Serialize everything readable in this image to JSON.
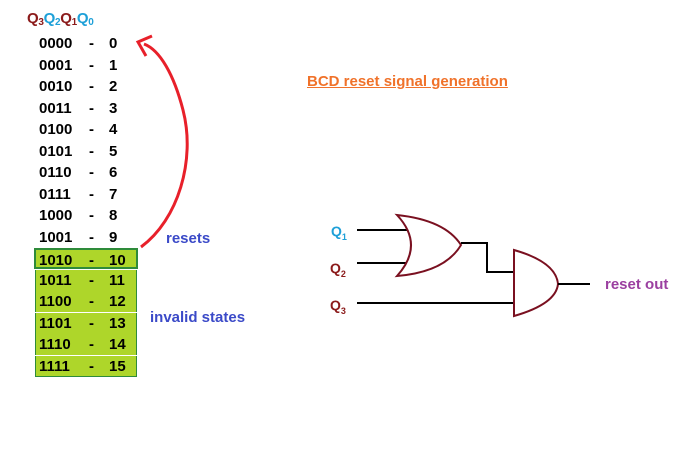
{
  "header": {
    "q3": "Q",
    "q3_sub": "3",
    "q2": "Q",
    "q2_sub": "2",
    "q1": "Q",
    "q1_sub": "1",
    "q0": "Q",
    "q0_sub": "0"
  },
  "states": [
    {
      "code": "0000",
      "dash": "-",
      "value": "0"
    },
    {
      "code": "0001",
      "dash": "-",
      "value": "1"
    },
    {
      "code": "0010",
      "dash": "-",
      "value": "2"
    },
    {
      "code": "0011",
      "dash": "-",
      "value": "3"
    },
    {
      "code": "0100",
      "dash": "-",
      "value": "4"
    },
    {
      "code": "0101",
      "dash": "-",
      "value": "5"
    },
    {
      "code": "0110",
      "dash": "-",
      "value": "6"
    },
    {
      "code": "0111",
      "dash": "-",
      "value": "7"
    },
    {
      "code": "1000",
      "dash": "-",
      "value": "8"
    },
    {
      "code": "1001",
      "dash": "-",
      "value": "9"
    },
    {
      "code": "1010",
      "dash": "-",
      "value": "10"
    },
    {
      "code": "1011",
      "dash": "-",
      "value": "11"
    },
    {
      "code": "1100",
      "dash": "-",
      "value": "12"
    },
    {
      "code": "1101",
      "dash": "-",
      "value": "13"
    },
    {
      "code": "1110",
      "dash": "-",
      "value": "14"
    },
    {
      "code": "1111",
      "dash": "-",
      "value": "15"
    }
  ],
  "labels": {
    "resets": "resets",
    "invalid": "invalid states"
  },
  "title": "BCD reset signal generation",
  "circuit": {
    "q1": "Q",
    "q1_sub": "1",
    "q2": "Q",
    "q2_sub": "2",
    "q3": "Q",
    "q3_sub": "3",
    "output": "reset out"
  },
  "colors": {
    "highlight": "#aed62a",
    "highlight_border": "#2e8b3a",
    "arrow": "#e8202a",
    "gate": "#7a1020",
    "title": "#f0722a",
    "label": "#3b4ac8",
    "output": "#9b3fa0"
  }
}
